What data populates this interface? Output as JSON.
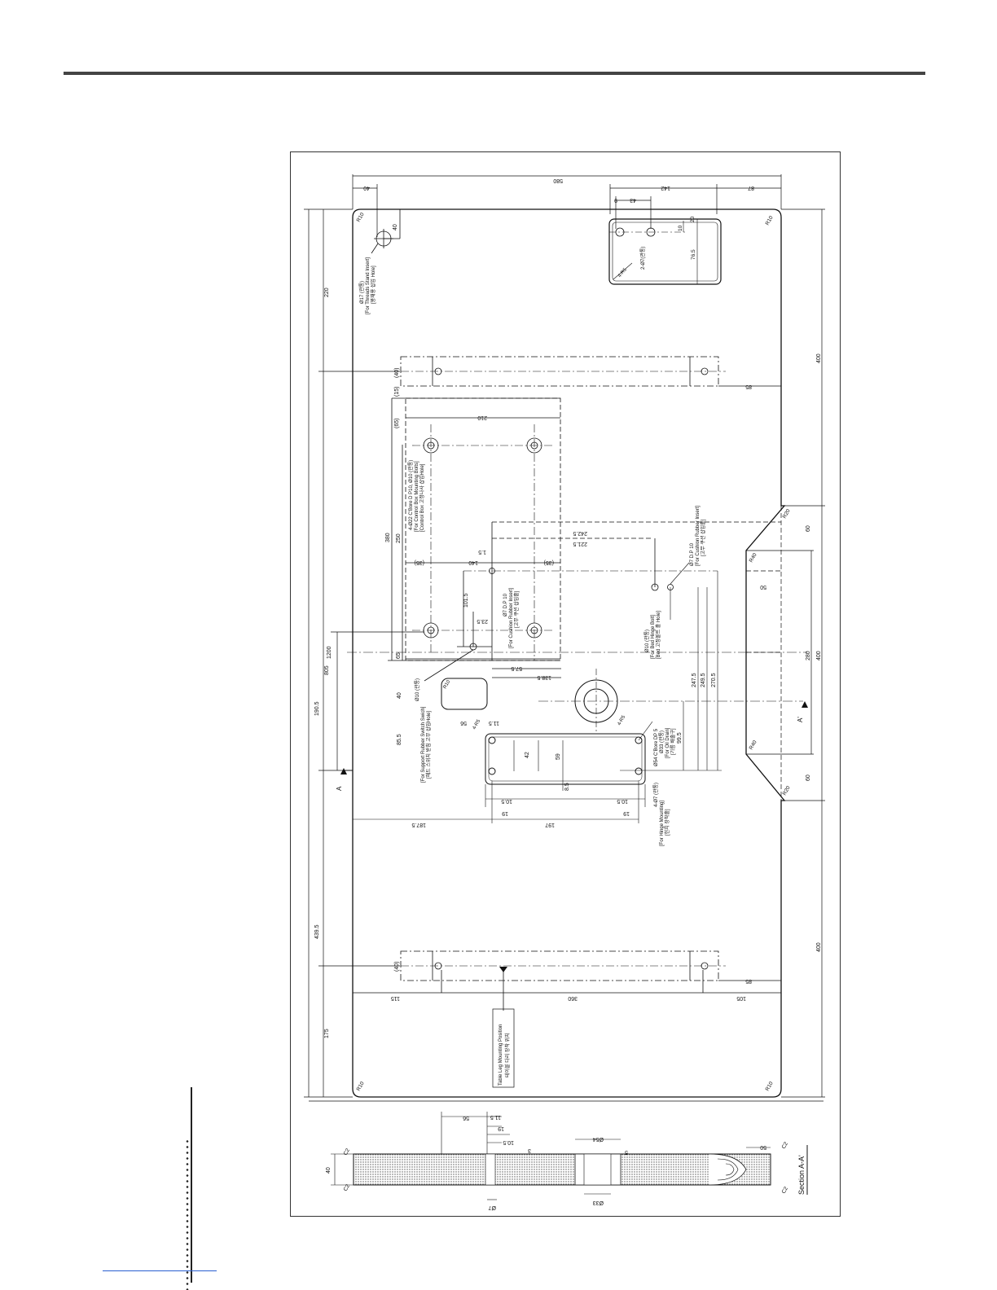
{
  "dimensions": {
    "d580": "580",
    "d40_top": "40",
    "d142": "142",
    "d87": "87",
    "d43": "43",
    "d9": "9",
    "d10": "10",
    "d20": "20",
    "d76_5": "76.5",
    "d1200": "1200",
    "d220": "220",
    "d805": "805",
    "d190_5": "190.5",
    "d439_5": "439.5",
    "d175": "175",
    "d40_hole": "40",
    "d40_top_mark": "(40)",
    "d15": "(15)",
    "d65_paren": "(65)",
    "d380": "380",
    "d250": "250",
    "d35a": "(35)",
    "d35b": "(35)",
    "d140": "140",
    "d210": "210",
    "d242_5": "242.5",
    "d221_5": "221.5",
    "d1_5": "1.5",
    "d101_5": "101.5",
    "d23_5": "23.5",
    "d65": "65",
    "d57_5": "57.5",
    "d138_5": "138.5",
    "d40_mid": "40",
    "d85_5": "85.5",
    "d56": "56",
    "d11_5": "11.5",
    "d42": "42",
    "d59": "59",
    "d8_5": "8.5",
    "d10_5a": "10.5",
    "d10_5b": "10.5",
    "d19a": "19",
    "d19b": "19",
    "d187_5": "187.5",
    "d197": "197",
    "d247_5": "247.5",
    "d249_5": "249.5",
    "d270_5": "270.5",
    "d99_5": "99.5",
    "d400a": "400",
    "d400b": "400",
    "d400c": "400",
    "d85a": "85",
    "d85b": "85",
    "d60a": "60",
    "d60b": "60",
    "d50": "50",
    "d280": "280",
    "d40_bottom_mark": "(40)",
    "d115": "115",
    "d360": "360",
    "d105": "105"
  },
  "radii": {
    "r10_tl": "R10",
    "r10_tr": "R10",
    "r10_bl": "R10",
    "r10_br": "R10",
    "r40a": "R40",
    "r40b": "R40",
    "r20a": "R20",
    "r20b": "R20",
    "r10_slot": "R10",
    "r5_box": "4-R5",
    "r5_plate": "4-R5",
    "r5_plate2": "4-R5"
  },
  "notes": {
    "hole17_a": "Ø17 (관통)",
    "hole17_b": "[For Threads Stand Insert]",
    "hole17_c": "[봉재용 삽입 Hole]",
    "box_holes": "2-Ø7(관통)",
    "cbore22_a": "4-Ø22 C'Bore D P10, Ø10 (관통)",
    "cbore22_b": "[For Control Box Mounting Bolts]",
    "cbore22_c": "[Control Box 고정나사 삽입Hole]",
    "hole7_a": "Ø7 D.P 10",
    "hole7_b": "[For Cushion Rubber Insert]",
    "hole7_c": "[고무 쿠션 삽입홀]",
    "hole10_a": "Ø10 (관통)",
    "hole10_b": "[For Support Rubber Switch Swich]",
    "hole10_c": "[헤드 스위치 받침 고무 삽입Hole]",
    "hole10r_a": "Ø10 (관통)",
    "hole10r_b": "[For Bed Hinge Bolt]",
    "hole10r_c": "[Bed 고정볼트 홀 Hole]",
    "hole7r_a": "Ø7 D.P 10",
    "hole7r_b": "[For Cushion Rubber Insert]",
    "hole7r_c": "[고무 쿠션 삽입홀]",
    "oil_a": "Ø54 C'Bore DP 5",
    "oil_b": "Ø33 (관통)",
    "oil_c": "[For Oil Drain]",
    "oil_d": "[기름 배출구]",
    "hinge_a": "4-Ø7 (관통)",
    "hinge_b": "[For Hinge Mounting]",
    "hinge_c": "[힌지 장착홀]",
    "leg_a": "Table Leg Mounting Position",
    "leg_b": "테이블 다리 장착 위치",
    "section_a": "A",
    "section_a2": "A'"
  },
  "section": {
    "title": "Section A-A'",
    "d40": "40",
    "d56": "56",
    "d11_5": "11.5",
    "d19": "19",
    "d10_5": "10.5",
    "d3": "3",
    "d54": "Ø54",
    "d5": "5",
    "d33": "Ø33",
    "d7": "Ø7",
    "d50": "50",
    "c2a": "C2",
    "c2b": "C2",
    "c2c": "C2",
    "c2d": "C2"
  }
}
